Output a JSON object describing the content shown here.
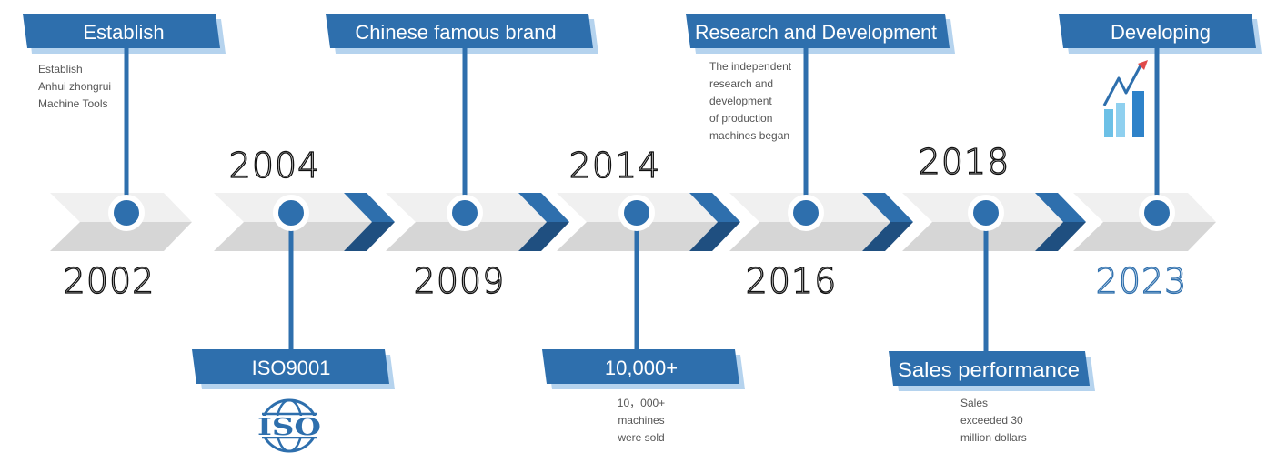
{
  "banners": {
    "establish": "Establish",
    "brand": "Chinese famous brand",
    "research": "Research and Development",
    "developing": "Developing",
    "iso": "ISO9001",
    "tenk": "10,000+",
    "sales": "Sales performance"
  },
  "years": {
    "y2002": "2002",
    "y2004": "2004",
    "y2009": "2009",
    "y2014": "2014",
    "y2016": "2016",
    "y2018": "2018",
    "y2023": "2023"
  },
  "notes": {
    "establish": [
      "Establish",
      "Anhui zhongrui",
      "Machine Tools"
    ],
    "research": [
      "The independent",
      "research and",
      "development",
      "of production",
      "machines began"
    ],
    "tenk": [
      "10，000+",
      "machines",
      "were sold"
    ],
    "sales": [
      "Sales",
      "exceeded 30",
      "million dollars"
    ]
  },
  "logo_text": "ISO",
  "colors": {
    "accent": "#2e6fad",
    "accent_dark": "#1f4f80",
    "light_blue": "#b5d3ee",
    "track_light": "#f0f0f0",
    "track_dark": "#d6d6d6"
  },
  "icons": [
    "globe-iso-icon",
    "growth-chart-icon"
  ]
}
